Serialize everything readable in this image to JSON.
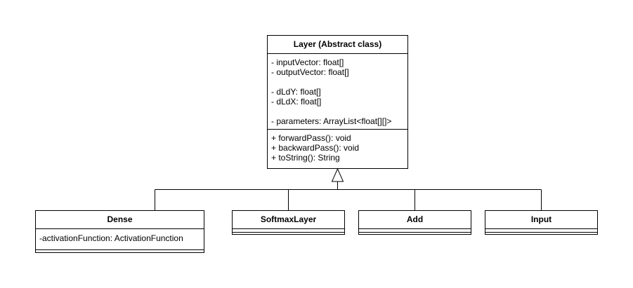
{
  "diagram": {
    "base_class": {
      "name": "Layer (Abstract class)",
      "attributes": [
        "- inputVector: float[]",
        "- outputVector: float[]",
        "",
        "- dLdY: float[]",
        "- dLdX: float[]",
        "",
        "- parameters: ArrayList<float[][]>"
      ],
      "methods": [
        "+ forwardPass(): void",
        "+ backwardPass(): void",
        "+ toString(): String"
      ]
    },
    "subclasses": [
      {
        "name": "Dense",
        "attributes": [
          "-activationFunction: ActivationFunction"
        ]
      },
      {
        "name": "SoftmaxLayer",
        "attributes": []
      },
      {
        "name": "Add",
        "attributes": []
      },
      {
        "name": "Input",
        "attributes": []
      }
    ],
    "relationship": "inheritance"
  }
}
